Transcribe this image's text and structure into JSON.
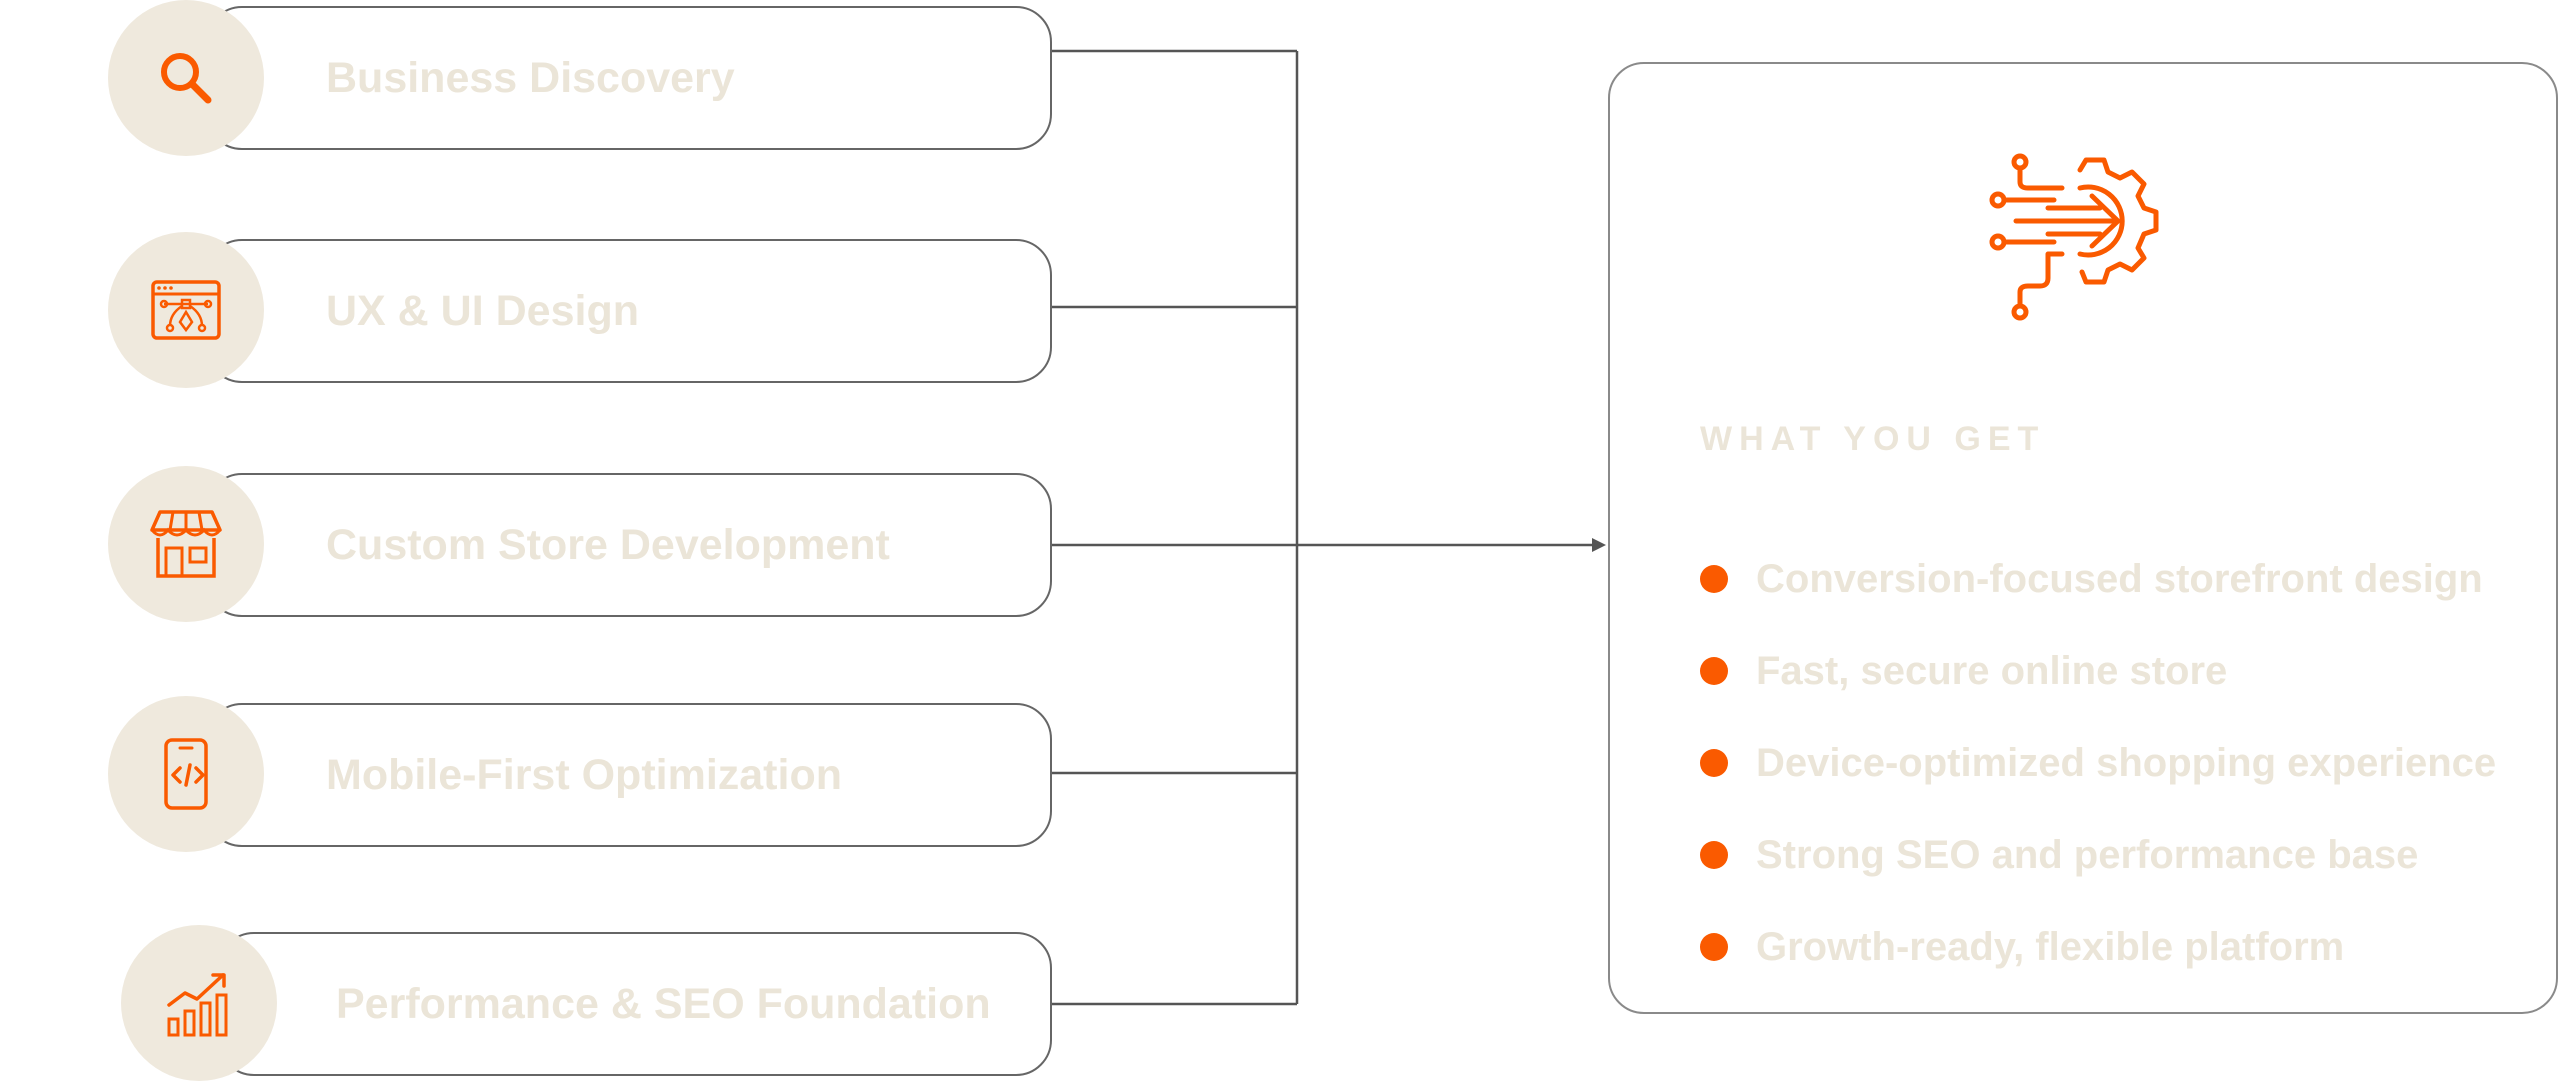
{
  "colors": {
    "accent": "#fa5a00",
    "icon_bg": "#efe9dd",
    "text_muted": "#ebe5d8",
    "border": "#666666"
  },
  "steps": [
    {
      "label": "Business Discovery",
      "icon": "search-icon"
    },
    {
      "label": "UX & UI Design",
      "icon": "design-window-icon"
    },
    {
      "label": "Custom Store Development",
      "icon": "storefront-icon"
    },
    {
      "label": "Mobile-First Optimization",
      "icon": "mobile-code-icon"
    },
    {
      "label": "Performance & SEO Foundation",
      "icon": "growth-chart-icon"
    }
  ],
  "result": {
    "icon": "gear-arrow-icon",
    "heading": "WHAT YOU GET",
    "benefits": [
      "Conversion-focused storefront design",
      "Fast, secure online store",
      "Device-optimized shopping experience",
      "Strong SEO and performance base",
      "Growth-ready, flexible platform"
    ]
  }
}
